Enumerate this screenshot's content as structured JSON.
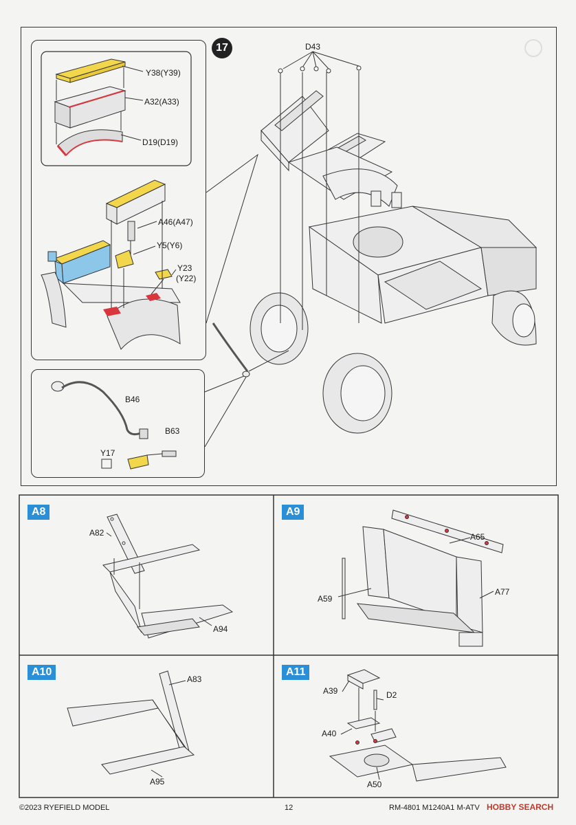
{
  "step": {
    "number": "17"
  },
  "labels": {
    "d43": "D43",
    "y38": "Y38(Y39)",
    "a32": "A32(A33)",
    "d19": "D19(D19)",
    "a46": "A46(A47)",
    "y5": "Y5(Y6)",
    "y23": "Y23",
    "y22": "(Y22)",
    "b46": "B46",
    "b63": "B63",
    "y17": "Y17"
  },
  "panels": {
    "a8": {
      "badge": "A8",
      "parts": [
        "A82",
        "A94"
      ]
    },
    "a9": {
      "badge": "A9",
      "parts": [
        "A65",
        "A59",
        "A77"
      ]
    },
    "a10": {
      "badge": "A10",
      "parts": [
        "A83",
        "A95"
      ]
    },
    "a11": {
      "badge": "A11",
      "parts": [
        "A39",
        "D2",
        "A40",
        "A50"
      ]
    }
  },
  "footer": {
    "copyright": "©2023 RYEFIELD MODEL",
    "page": "12",
    "model": "RM-4801 M1240A1 M-ATV",
    "watermark": "HOBBY SEARCH"
  },
  "colors": {
    "yellow": "#f2d64b",
    "blue": "#8cc7ea",
    "red": "#d9363e",
    "badge": "#2a8fd6"
  }
}
